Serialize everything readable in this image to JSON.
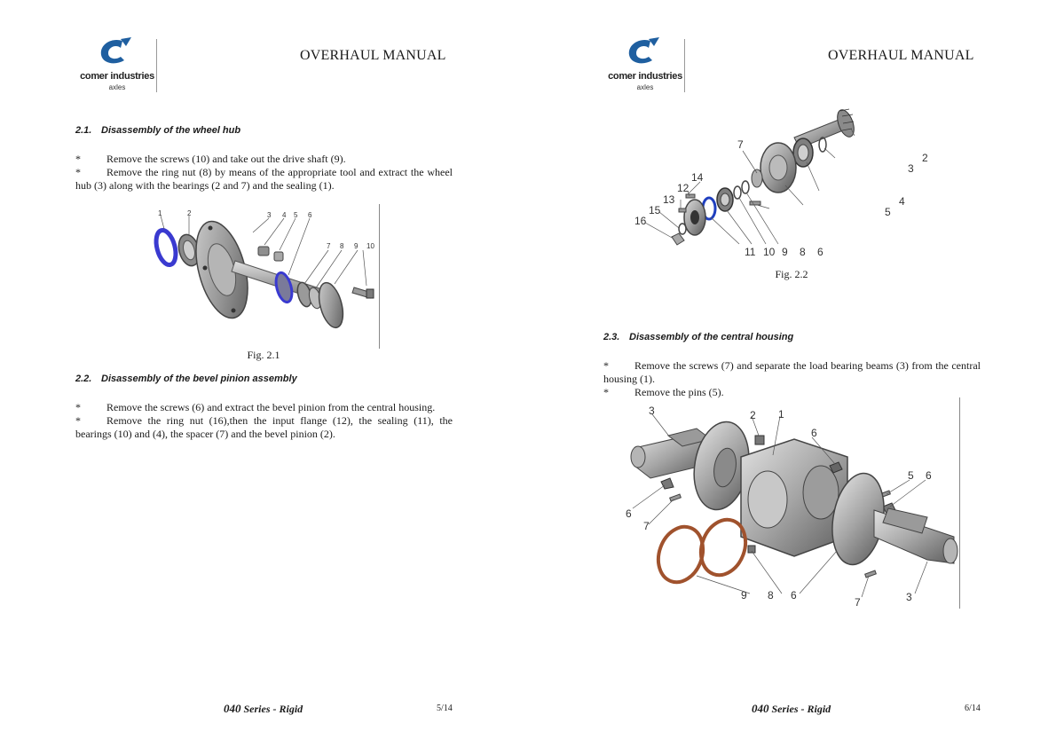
{
  "brand": {
    "name": "comer industries",
    "sub": "axles",
    "colors": {
      "logo_blue": "#1f5fa0",
      "accent_blue": "#3a3ad0",
      "gasket": "#a0522d"
    }
  },
  "header": {
    "title": "OVERHAUL MANUAL"
  },
  "footer": {
    "series_code": "040",
    "series_text": "Series - Rigid"
  },
  "left_page": {
    "page_number": "5/14",
    "section_1": {
      "number": "2.1.",
      "title": "Disassembly of the wheel hub",
      "bullets": [
        "Remove the screws (10) and take out the drive shaft (9).",
        "Remove the ring nut (8) by means of the appropriate tool and extract the wheel hub (3) along with the bearings (2 and 7) and the sealing (1)."
      ],
      "figure_caption": "Fig. 2.1",
      "figure_labels": [
        "1",
        "2",
        "3",
        "4",
        "5",
        "6",
        "7",
        "8",
        "9",
        "10"
      ]
    },
    "section_2": {
      "number": "2.2.",
      "title": "Disassembly of the bevel pinion assembly",
      "bullets": [
        "Remove the screws (6) and extract the bevel pinion from the central housing.",
        "Remove the ring nut (16),then the input flange (12), the sealing (11), the bearings (10) and (4), the spacer (7) and the bevel pinion (2)."
      ]
    }
  },
  "right_page": {
    "page_number": "6/14",
    "figure_2_2": {
      "caption": "Fig. 2.2",
      "labels": [
        "7",
        "14",
        "12",
        "13",
        "15",
        "16",
        "11",
        "10",
        "9",
        "8",
        "6",
        "5",
        "4",
        "3",
        "2"
      ]
    },
    "section_3": {
      "number": "2.3.",
      "title": "Disassembly of the central housing",
      "bullets": [
        "Remove the screws (7) and separate the load bearing beams (3) from the central housing (1).",
        "Remove the pins (5)."
      ],
      "figure_labels": [
        "3",
        "2",
        "1",
        "6",
        "5",
        "6",
        "6",
        "7",
        "9",
        "8",
        "6",
        "7",
        "3"
      ]
    }
  }
}
